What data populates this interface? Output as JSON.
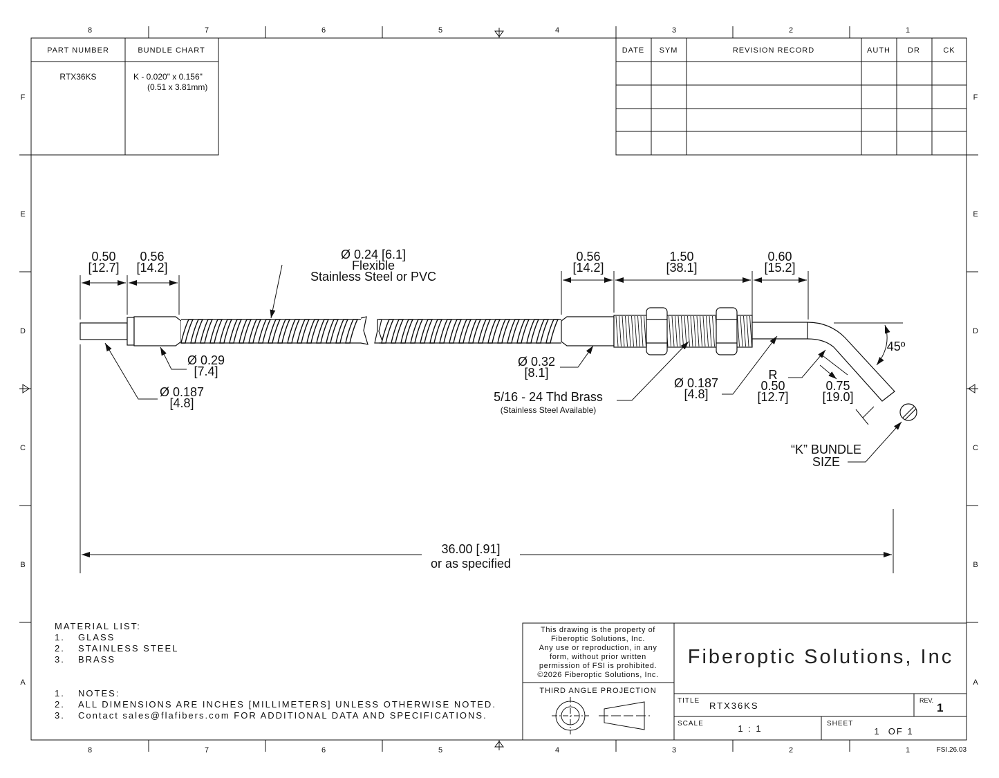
{
  "border": {
    "columns": [
      "8",
      "7",
      "6",
      "5",
      "4",
      "3",
      "2",
      "1"
    ],
    "rows": [
      "F",
      "E",
      "D",
      "C",
      "B",
      "A"
    ],
    "doc_code": "FSI.26.03"
  },
  "bundle_table": {
    "headers": [
      "PART NUMBER",
      "BUNDLE CHART"
    ],
    "part_number": "RTX36KS",
    "bundle_line1": "K - 0.020\" x 0.156\"",
    "bundle_line2": "(0.51 x 3.81mm)"
  },
  "revision_table": {
    "headers": [
      "DATE",
      "SYM",
      "REVISION RECORD",
      "AUTH",
      "DR",
      "CK"
    ]
  },
  "dimensions": {
    "d1": {
      "a": "0.50",
      "b": "[12.7]"
    },
    "d2": {
      "a": "0.56",
      "b": "[14.2]"
    },
    "flex": {
      "a": "Ø 0.24 [6.1]",
      "b": "Flexible",
      "c": "Stainless Steel or PVC"
    },
    "d3": {
      "a": "0.56",
      "b": "[14.2]"
    },
    "d4": {
      "a": "1.50",
      "b": "[38.1]"
    },
    "d5": {
      "a": "0.60",
      "b": "[15.2]"
    },
    "angle": "45º",
    "dia029": {
      "a": "Ø 0.29",
      "b": "[7.4]"
    },
    "dia0187a": {
      "a": "Ø 0.187",
      "b": "[4.8]"
    },
    "dia032": {
      "a": "Ø 0.32",
      "b": "[8.1]"
    },
    "thread": {
      "a": "5/16 - 24 Thd Brass",
      "b": "(Stainless Steel Available)"
    },
    "dia0187b": {
      "a": "Ø 0.187",
      "b": "[4.8]"
    },
    "radius": {
      "a": "R",
      "b": "0.50",
      "c": "[12.7]"
    },
    "d075": {
      "a": "0.75",
      "b": "[19.0]"
    },
    "bundle_size": {
      "a": "“K” BUNDLE",
      "b": "SIZE"
    },
    "overall": {
      "a": "36.00 [.91]",
      "b": "or as specified"
    }
  },
  "materials": {
    "title": "MATERIAL LIST:",
    "items": [
      {
        "n": "1.",
        "t": "GLASS"
      },
      {
        "n": "2.",
        "t": "STAINLESS STEEL"
      },
      {
        "n": "3.",
        "t": "BRASS"
      }
    ]
  },
  "notes": {
    "items": [
      {
        "n": "1.",
        "t": "NOTES:"
      },
      {
        "n": "2.",
        "t": "ALL DIMENSIONS ARE INCHES [MILLIMETERS] UNLESS OTHERWISE NOTED."
      },
      {
        "n": "3.",
        "t": "Contact sales@flafibers.com FOR ADDITIONAL DATA AND SPECIFICATIONS."
      }
    ]
  },
  "title_block": {
    "property": [
      "This drawing is the property of",
      "Fiberoptic Solutions, Inc.",
      "Any use or reproduction, in any",
      "form, without prior written",
      "permission of FSI is prohibited.",
      "©2026 Fiberoptic Solutions, Inc."
    ],
    "projection": "THIRD ANGLE PROJECTION",
    "company": "Fiberoptic Solutions, Inc",
    "title_label": "TITLE",
    "title_value": "RTX36KS",
    "rev_label": "REV.",
    "rev_value": "1",
    "scale_label": "SCALE",
    "scale_value": "1 : 1",
    "sheet_label": "SHEET",
    "sheet_value": "1  OF 1"
  }
}
